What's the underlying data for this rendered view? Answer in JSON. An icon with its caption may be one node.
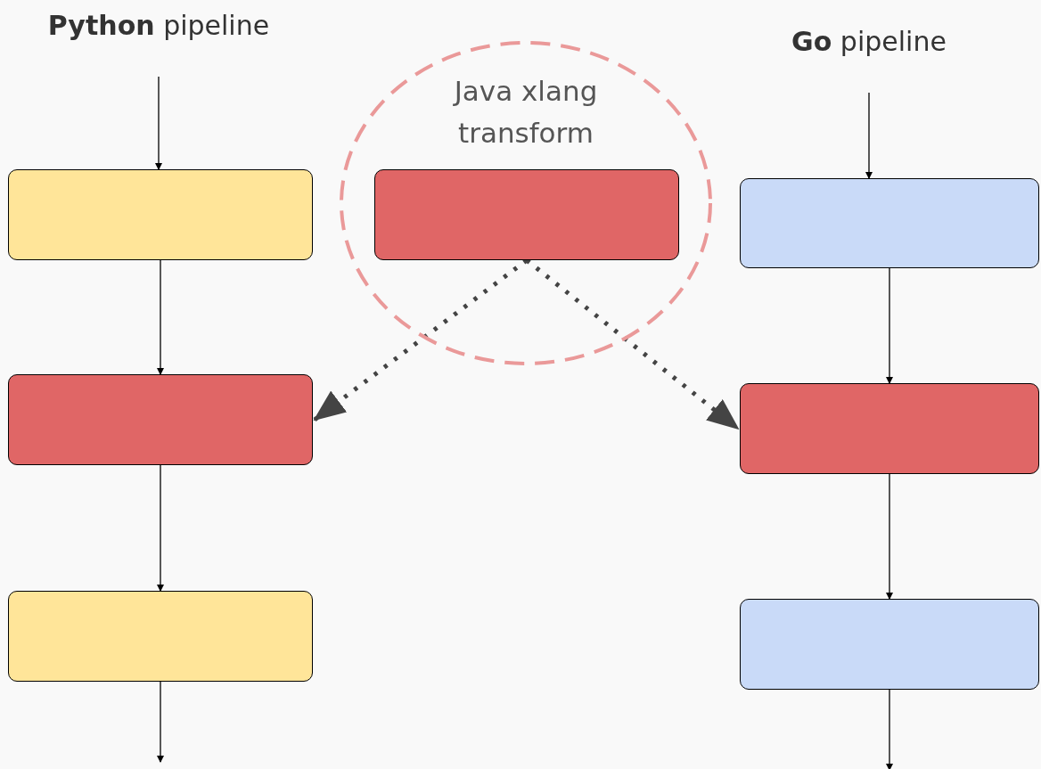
{
  "diagram": {
    "nodes": [
      {
        "text": [
          "**Python** pipeline"
        ]
      },
      {
        "text": [],
        "shape": "box"
      },
      {
        "text": [],
        "shape": "box"
      },
      {
        "text": [],
        "shape": "box"
      },
      {
        "text": [
          "Java xlang transform"
        ]
      },
      {
        "text": [],
        "shape": "box",
        "in": 4
      },
      {
        "text": [
          "**Go** pipeline"
        ]
      },
      {
        "text": [],
        "shape": "box"
      },
      {
        "text": [],
        "shape": "box"
      },
      {
        "text": [],
        "shape": "box"
      }
    ],
    "edges": [
      {
        "from": 0,
        "to": 1,
        "arrow": "to"
      },
      {
        "from": 1,
        "to": 2,
        "arrow": "to"
      },
      {
        "from": 2,
        "to": 3,
        "arrow": "to"
      },
      {
        "from": 3,
        "to": null,
        "arrow": "to"
      },
      {
        "from": 5,
        "to": 2,
        "arrow": "to",
        "style": "dashed",
        "color": "#444444"
      },
      {
        "from": 5,
        "to": 8,
        "arrow": "to",
        "style": "dashed",
        "color": "#444444"
      },
      {
        "from": 6,
        "to": 7,
        "arrow": "to"
      },
      {
        "from": 7,
        "to": 8,
        "arrow": "to"
      },
      {
        "from": 8,
        "to": 9,
        "arrow": "to"
      },
      {
        "from": 9,
        "to": null,
        "arrow": "to"
      }
    ]
  }
}
